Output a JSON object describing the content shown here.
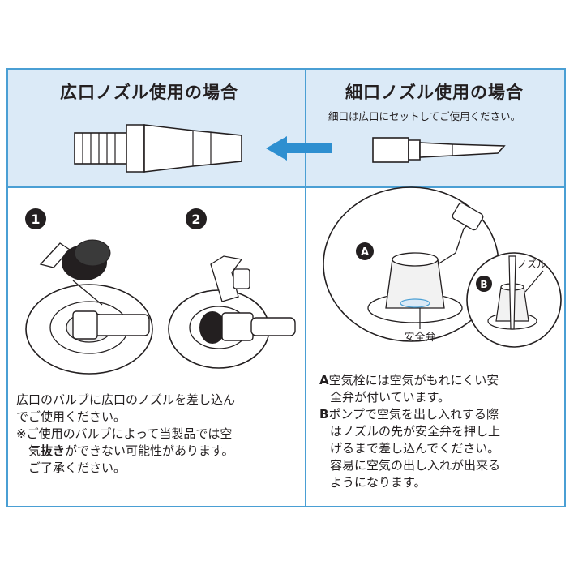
{
  "left_panel": {
    "title": "広口ノズル使用の場合",
    "step1": "1",
    "step2": "2",
    "text_line1": "広口のバルブに広口のノズルを差し込ん",
    "text_line2": "でご使用ください。",
    "note_line1": "※ご使用のバルブによって当製品では空",
    "note_line2_a": "気",
    "note_line2_b": "抜き",
    "note_line2_c": "ができない可能性があります。",
    "note_line3": "ご了承ください。"
  },
  "right_panel": {
    "title": "細口ノズル使用の場合",
    "subtitle": "細口は広口にセットしてご使用ください。",
    "label_a": "A",
    "label_b": "B",
    "nozzle_label": "ノズル",
    "valve_label": "安全弁",
    "a_line1_letter": "A",
    "a_line1_text": "空気栓には空気がもれにくい安",
    "a_line2": "全弁が付いています。",
    "b_line1_letter": "B",
    "b_line1_text": "ポンプで空気を出し入れする際",
    "b_line2": "はノズルの先が安全弁を押し上",
    "b_line3": "げるまで差し込んでください。",
    "b_line4": "容易に空気の出し入れが出来る",
    "b_line5": "ようになります。"
  },
  "colors": {
    "frame_blue": "#4a9fd4",
    "header_bg": "#dbeaf7",
    "arrow_blue": "#2e8fd0",
    "ink": "#231f20"
  },
  "icons": [
    "wide-nozzle-icon",
    "narrow-nozzle-icon",
    "arrow-left-icon",
    "valve-cap-icon",
    "valve-inserted-icon",
    "safety-valve-diagram-icon"
  ]
}
